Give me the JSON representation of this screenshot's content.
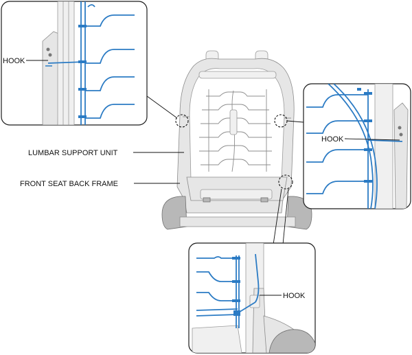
{
  "labels": {
    "hook_top_left": "HOOK",
    "hook_right": "HOOK",
    "hook_bottom": "HOOK",
    "lumbar_support_unit": "LUMBAR SUPPORT UNIT",
    "front_seat_back_frame": "FRONT SEAT BACK FRAME"
  },
  "colors": {
    "wire_blue": "#2b7bc4",
    "frame_gray": "#e6e6e6",
    "outline": "#1a1a1a"
  }
}
